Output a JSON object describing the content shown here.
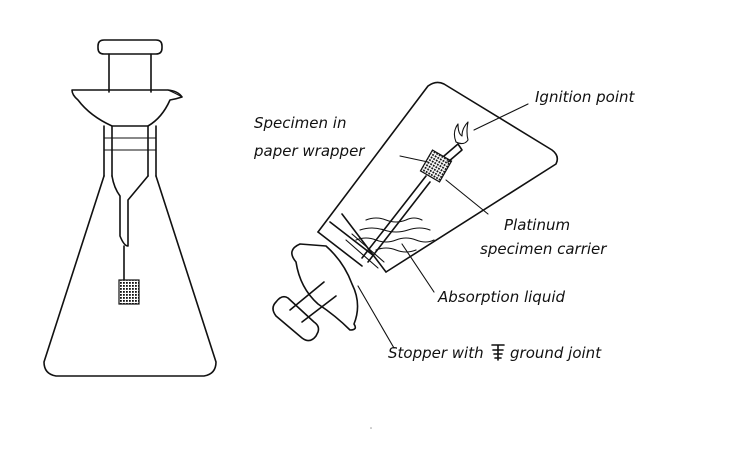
{
  "diagram": {
    "labels": {
      "ignition_point": "Ignition point",
      "specimen_line1": "Specimen in",
      "specimen_line2": "paper wrapper",
      "platinum_line1": "Platinum",
      "platinum_line2": "specimen carrier",
      "absorption_liquid": "Absorption liquid",
      "stopper_prefix": "Stopper with",
      "stopper_suffix": "ground joint"
    },
    "icons": {
      "ground_joint_symbol": "ground-joint-icon"
    },
    "colors": {
      "ink": "#111111",
      "background": "#ffffff"
    }
  }
}
